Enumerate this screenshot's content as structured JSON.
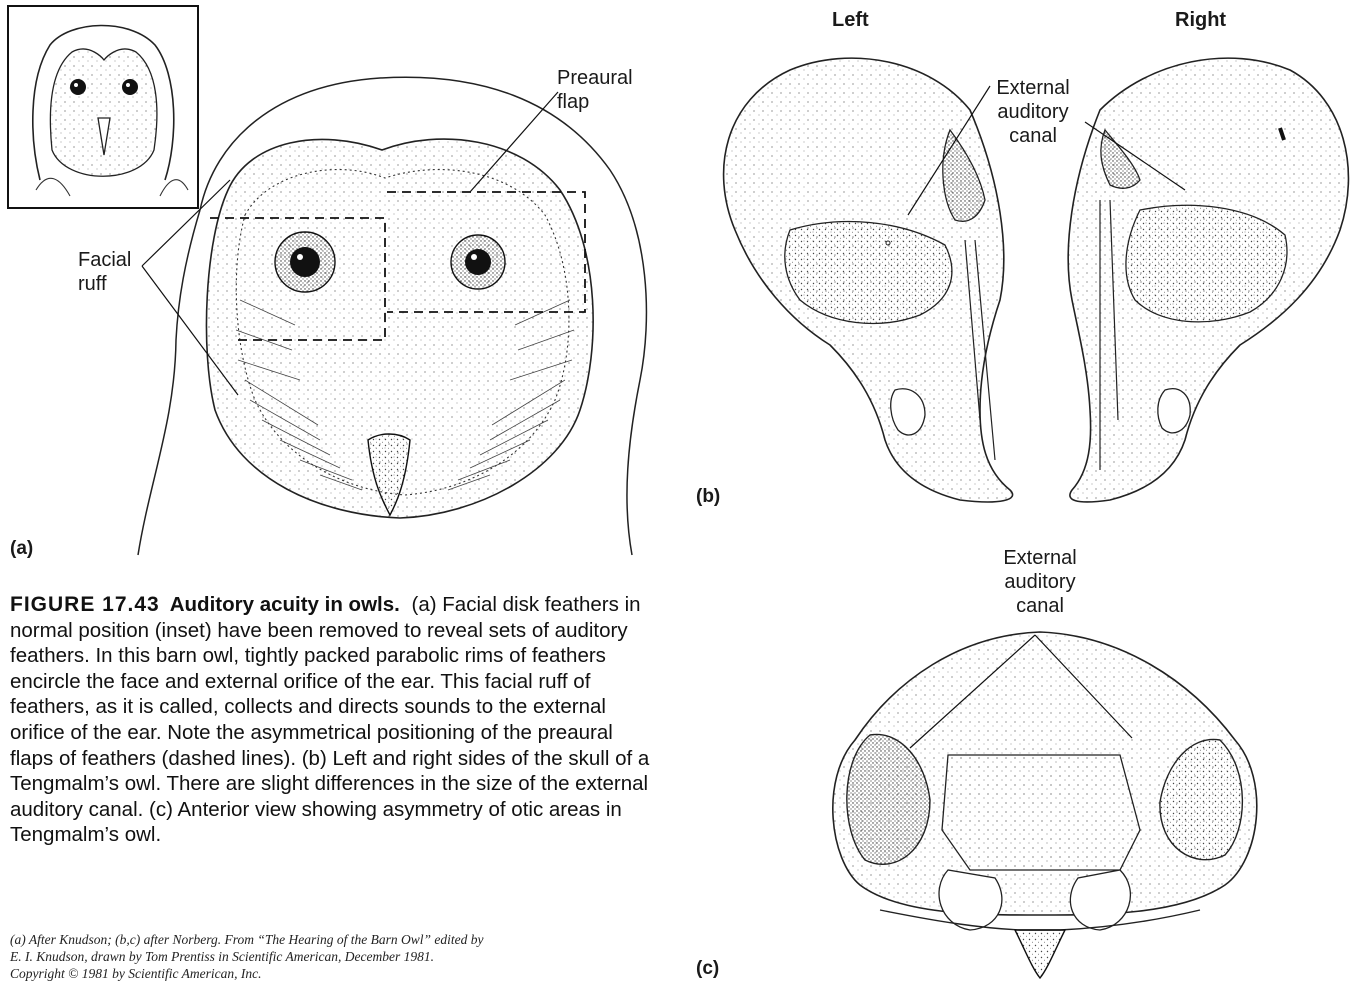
{
  "panel_a": {
    "tag": "(a)",
    "label_preaural_line1": "Preaural",
    "label_preaural_line2": "flap",
    "label_facial_line1": "Facial",
    "label_facial_line2": "ruff"
  },
  "panel_b": {
    "tag": "(b)",
    "label_left": "Left",
    "label_right": "Right",
    "label_canal_line1": "External",
    "label_canal_line2": "auditory",
    "label_canal_line3": "canal"
  },
  "panel_c": {
    "tag": "(c)",
    "label_canal_line1": "External",
    "label_canal_line2": "auditory",
    "label_canal_line3": "canal"
  },
  "caption": {
    "number": "FIGURE 17.43",
    "title": "Auditory acuity in owls.",
    "body": "(a) Facial disk feathers in normal position (inset) have been removed to reveal sets of auditory feathers. In this barn owl, tightly packed parabolic rims of feathers encircle the face and external orifice of the ear. This facial ruff of feathers, as it is called, collects and directs sounds to the external orifice of the ear. Note the asymmetrical positioning of the preaural flaps of feathers (dashed lines). (b) Left and right sides of the skull of a Tengmalm’s owl. There are slight differences in the size of the external auditory canal. (c) Anterior view showing asymmetry of otic areas in Tengmalm’s owl."
  },
  "credit": {
    "line1": "(a) After Knudson; (b,c) after Norberg. From “The Hearing of the Barn Owl” edited by",
    "line2": "E. I. Knudson, drawn by Tom Prentiss in Scientific American, December 1981.",
    "line3": "Copyright © 1981 by Scientific American, Inc."
  },
  "colors": {
    "ink": "#1a1a1a",
    "stipple": "#555555",
    "paper": "#ffffff"
  }
}
